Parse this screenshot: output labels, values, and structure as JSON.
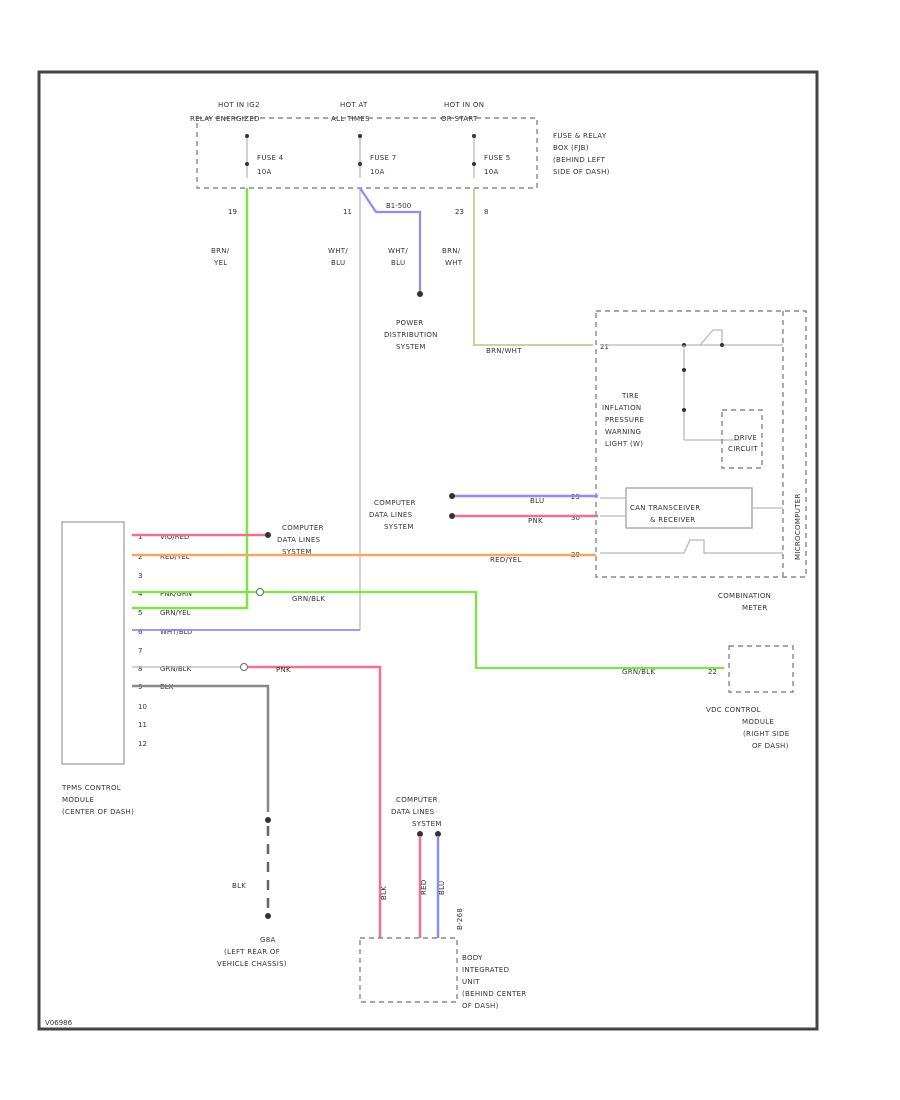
{
  "fuse_box": {
    "label_l1": "FUSE & RELAY",
    "label_l2": "BOX (FJB)",
    "label_l3": "(BEHIND LEFT",
    "label_l4": "SIDE OF DASH)",
    "sources": [
      {
        "l1": "HOT IN IG2",
        "l2": "RELAY ENERGIZED",
        "fuse": "FUSE 4",
        "amp": "10A",
        "pin": "19"
      },
      {
        "l1": "HOT AT",
        "l2": "ALL TIMES",
        "fuse": "FUSE 7",
        "amp": "10A",
        "pin": "11"
      },
      {
        "l1": "HOT IN ON",
        "l2": "OR START",
        "fuse": "FUSE 5",
        "amp": "10A",
        "pin": "23"
      }
    ],
    "pin_extra": "8",
    "b_label": "B1-500"
  },
  "wires": {
    "fuse4_color_l1": "BRN/",
    "fuse4_color_l2": "YEL",
    "fuse7_a_l1": "WHT/",
    "fuse7_a_l2": "BLU",
    "fuse7_b_l1": "WHT/",
    "fuse7_b_l2": "BLU",
    "fuse5_l1": "BRN/",
    "fuse5_l2": "WHT",
    "fuse5_run": "BRN/WHT",
    "can_blu": "BLU",
    "can_pnk": "PNK",
    "red_yel": "RED/YEL",
    "grn_blk": "GRN/BLK",
    "grn_blk_vdc": "GRN/BLK",
    "pnk_bic": "PNK",
    "blk_ground": "BLK",
    "bic_1": "BLK",
    "bic_2": "RED",
    "bic_3": "BLU"
  },
  "power_distribution": {
    "l1": "POWER",
    "l2": "DISTRIBUTION",
    "l3": "SYSTEM"
  },
  "tpms_control": {
    "l1": "TPMS CONTROL",
    "l2": "MODULE",
    "l3": "(CENTER OF DASH)",
    "pins": [
      {
        "n": "1",
        "c": "VIO/RED"
      },
      {
        "n": "2",
        "c": "RED/YEL"
      },
      {
        "n": "3",
        "c": ""
      },
      {
        "n": "4",
        "c": "PNK/GRN"
      },
      {
        "n": "5",
        "c": "GRN/YEL"
      },
      {
        "n": "6",
        "c": "WHT/BLU"
      },
      {
        "n": "7",
        "c": ""
      },
      {
        "n": "8",
        "c": "GRN/BLK"
      },
      {
        "n": "9",
        "c": "BLK"
      },
      {
        "n": "10",
        "c": ""
      },
      {
        "n": "11",
        "c": ""
      },
      {
        "n": "12",
        "c": ""
      }
    ]
  },
  "comp_data_1": {
    "l1": "COMPUTER",
    "l2": "DATA LINES",
    "l3": "SYSTEM"
  },
  "comp_data_2": {
    "l1": "COMPUTER",
    "l2": "DATA LINES",
    "l3": "SYSTEM"
  },
  "comp_data_3": {
    "l1": "COMPUTER",
    "l2": "DATA LINES",
    "l3": "SYSTEM"
  },
  "combination_meter": {
    "l1": "COMBINATION",
    "l2": "METER",
    "tire_l1": "TIRE",
    "tire_l2": "INFLATION",
    "tire_l3": "PRESSURE",
    "tire_l4": "WARNING",
    "tire_l5": "LIGHT (W)",
    "can": "CAN TRANSCEIVER",
    "can2": "& RECEIVER",
    "drive": "DRIVE",
    "circuit": "CIRCUIT",
    "micro": "MICROCOMPUTER",
    "pins": {
      "p1": "21",
      "p2": "29",
      "p3": "30",
      "p4": "28"
    }
  },
  "vdc": {
    "l1": "VDC CONTROL",
    "l2": "MODULE",
    "l3": "(RIGHT SIDE",
    "l4": "OF DASH)",
    "pin": "22"
  },
  "ground": {
    "l1": "G8A",
    "l2": "(LEFT REAR OF",
    "l3": "VEHICLE CHASSIS)"
  },
  "bic": {
    "l1": "BODY",
    "l2": "INTEGRATED",
    "l3": "UNIT",
    "l4": "(BEHIND CENTER",
    "l5": "OF DASH)",
    "conn": "B-268"
  },
  "footer_code": "V06986"
}
